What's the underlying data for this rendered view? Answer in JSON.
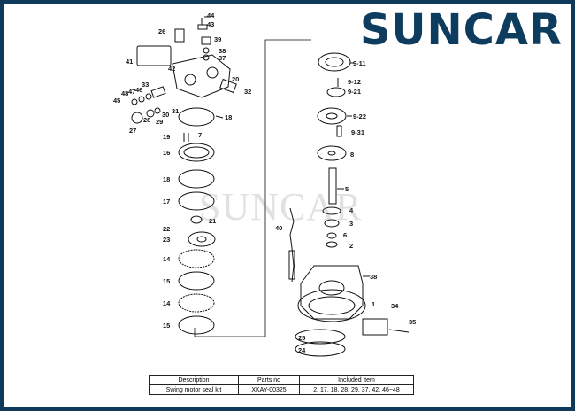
{
  "brand": {
    "name": "SUNCAR",
    "watermark": "SUNCAR"
  },
  "callouts": {
    "c44": "44",
    "c43": "43",
    "c26": "26",
    "c39": "39",
    "c38a": "38",
    "c37": "37",
    "c41": "41",
    "c42": "42",
    "c20": "20",
    "c33": "33",
    "c32": "32",
    "c48": "48",
    "c47": "47",
    "c46": "46",
    "c45": "45",
    "c31": "31",
    "c30": "30",
    "c28": "28",
    "c29": "29",
    "c27": "27",
    "c18a": "18",
    "c19": "19",
    "c7": "7",
    "c16": "16",
    "c18b": "18",
    "c17": "17",
    "c21": "21",
    "c22": "22",
    "c23": "23",
    "c14a": "14",
    "c15a": "15",
    "c14b": "14",
    "c15b": "15",
    "c9_11": "9-11",
    "c9_12": "9-12",
    "c9_21": "9-21",
    "c9_22": "9-22",
    "c9_31": "9-31",
    "c8": "8",
    "c5": "5",
    "c4": "4",
    "c3": "3",
    "c6": "6",
    "c2": "2",
    "c40": "40",
    "c38b": "38",
    "c1": "1",
    "c34": "34",
    "c35": "35",
    "c25": "25",
    "c24": "24"
  },
  "table": {
    "headers": [
      "Description",
      "Parts no",
      "Included item"
    ],
    "rows": [
      [
        "Swing motor seal kit",
        "XKAY-00325",
        "2, 17, 18, 28, 29, 37, 42, 46~48"
      ]
    ]
  },
  "colors": {
    "brand": "#0e3c5e",
    "frame": "#0f3b5a",
    "line": "#111111"
  }
}
